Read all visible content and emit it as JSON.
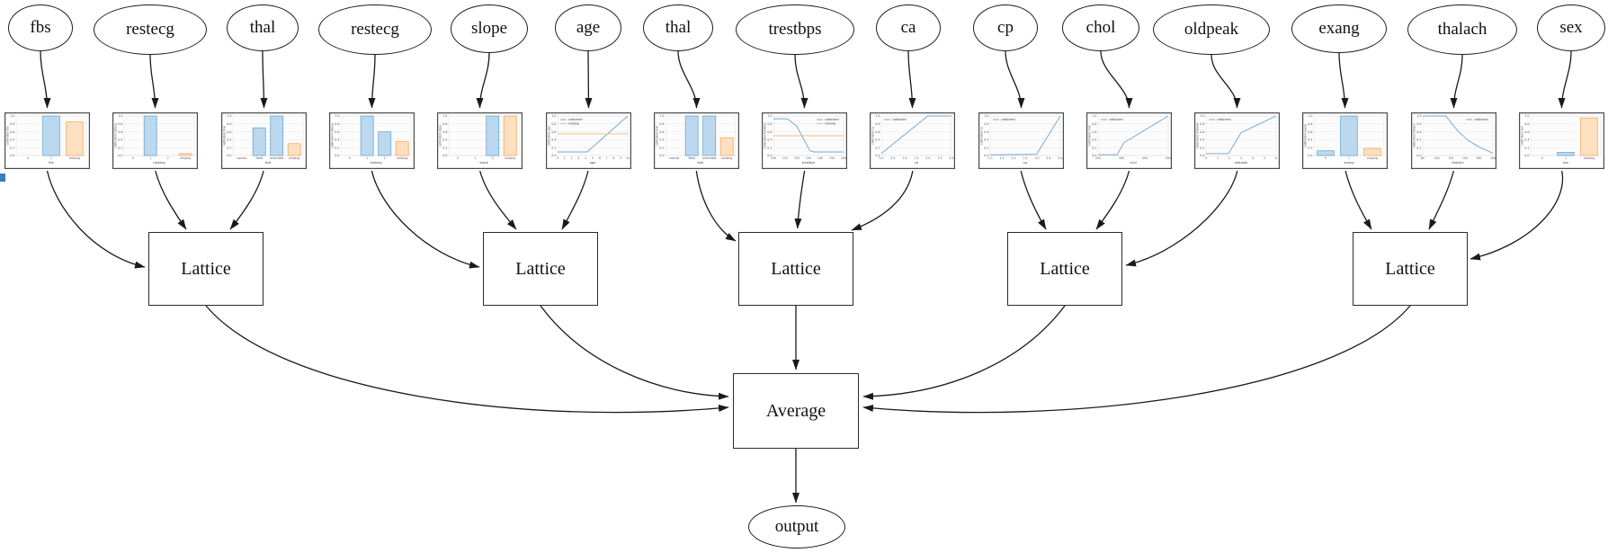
{
  "diagram": {
    "features": [
      {
        "label": "fbs"
      },
      {
        "label": "restecg"
      },
      {
        "label": "thal"
      },
      {
        "label": "restecg"
      },
      {
        "label": "slope"
      },
      {
        "label": "age"
      },
      {
        "label": "thal"
      },
      {
        "label": "trestbps"
      },
      {
        "label": "ca"
      },
      {
        "label": "cp"
      },
      {
        "label": "chol"
      },
      {
        "label": "oldpeak"
      },
      {
        "label": "exang"
      },
      {
        "label": "thalach"
      },
      {
        "label": "sex"
      }
    ],
    "lattices": [
      {
        "label": "Lattice"
      },
      {
        "label": "Lattice"
      },
      {
        "label": "Lattice"
      },
      {
        "label": "Lattice"
      },
      {
        "label": "Lattice"
      }
    ],
    "average_label": "Average",
    "output_label": "output",
    "colors": {
      "edge": "#1a1a1a",
      "node_border": "#1d1d1d",
      "calibrated_fill": "#bcd8ee",
      "calibrated_stroke": "#6aa7d4",
      "missing_fill": "#fde0c0",
      "missing_stroke": "#f2a964",
      "line_blue": "#70a8d8",
      "line_orange": "#f7b87e",
      "grid": "#e4e4e4",
      "chart_border": "#4a4a4a",
      "tick_text": "#555555"
    }
  },
  "chart_data": [
    {
      "type": "bar",
      "xlabel": "fbs",
      "ylabel": "calibrated fbs",
      "categories": [
        "0",
        "1",
        "missing"
      ],
      "values": [
        0,
        1.0,
        0.85
      ],
      "missing_index": 2,
      "ylim": [
        0,
        1
      ],
      "yticks": [
        "0.0",
        "0.2",
        "0.4",
        "0.6",
        "0.8",
        "1.0"
      ]
    },
    {
      "type": "bar",
      "xlabel": "restecg",
      "ylabel": "calibrated restecg",
      "categories": [
        "0",
        "1",
        "2",
        "missing"
      ],
      "values": [
        0,
        1.0,
        0,
        0.05
      ],
      "missing_index": 3,
      "ylim": [
        0,
        1
      ],
      "yticks": [
        "0.0",
        "0.2",
        "0.4",
        "0.6",
        "0.8",
        "1.0"
      ]
    },
    {
      "type": "bar",
      "xlabel": "thal",
      "ylabel": "calibrated thal",
      "categories": [
        "normal",
        "fixed",
        "reversible",
        "missing"
      ],
      "values": [
        0,
        0.7,
        1.0,
        0.3
      ],
      "missing_index": 3,
      "ylim": [
        0,
        1
      ],
      "yticks": [
        "0.0",
        "0.2",
        "0.4",
        "0.6",
        "0.8",
        "1.0"
      ]
    },
    {
      "type": "bar",
      "xlabel": "restecg",
      "ylabel": "calibrated restecg",
      "categories": [
        "0",
        "1",
        "2",
        "missing"
      ],
      "values": [
        0,
        1.0,
        0.6,
        0.35
      ],
      "missing_index": 3,
      "ylim": [
        0,
        1
      ],
      "yticks": [
        "0.0",
        "0.2",
        "0.4",
        "0.6",
        "0.8",
        "1.0"
      ]
    },
    {
      "type": "bar",
      "xlabel": "slope",
      "ylabel": "calibrated slope",
      "categories": [
        "0",
        "1",
        "2",
        "missing"
      ],
      "values": [
        0,
        0,
        1.0,
        1.0
      ],
      "missing_index": 3,
      "ylim": [
        0,
        1
      ],
      "yticks": [
        "0.0",
        "0.2",
        "0.4",
        "0.6",
        "0.8",
        "1.0"
      ]
    },
    {
      "type": "line",
      "xlabel": "age",
      "ylabel": "calibrated age",
      "xticks": [
        "0",
        "1",
        "2",
        "3",
        "4",
        "5",
        "6",
        "7",
        "8",
        "9",
        "10"
      ],
      "ylim": [
        0,
        1
      ],
      "yticks": [
        "0.0",
        "0.2",
        "0.4",
        "0.6",
        "0.8",
        "1.0"
      ],
      "legend_position": "top-left",
      "series": [
        {
          "name": "calibrated",
          "color": "blue",
          "points": [
            [
              0,
              0.09
            ],
            [
              0.42,
              0.09
            ],
            [
              1,
              1.0
            ]
          ]
        },
        {
          "name": "missing",
          "color": "orange",
          "points": [
            [
              0,
              0.55
            ],
            [
              1,
              0.55
            ]
          ]
        }
      ]
    },
    {
      "type": "bar",
      "xlabel": "thal",
      "ylabel": "calibrated thal",
      "categories": [
        "normal",
        "fixed",
        "reversible",
        "missing"
      ],
      "values": [
        0,
        1.0,
        1.0,
        0.45
      ],
      "missing_index": 3,
      "ylim": [
        0,
        1
      ],
      "yticks": [
        "0.0",
        "0.2",
        "0.4",
        "0.6",
        "0.8",
        "1.0"
      ]
    },
    {
      "type": "line",
      "xlabel": "trestbps",
      "ylabel": "calibrated trestbps",
      "xticks": [
        "100",
        "110",
        "120",
        "130",
        "140",
        "150",
        "160"
      ],
      "ylim": [
        0,
        1
      ],
      "yticks": [
        "0.0",
        "0.2",
        "0.4",
        "0.6",
        "0.8",
        "1.0"
      ],
      "legend_position": "top-right",
      "series": [
        {
          "name": "calibrated",
          "color": "blue",
          "points": [
            [
              0,
              0.93
            ],
            [
              0.2,
              0.93
            ],
            [
              0.33,
              0.75
            ],
            [
              0.52,
              0.12
            ],
            [
              0.58,
              0.09
            ],
            [
              1,
              0.09
            ]
          ]
        },
        {
          "name": "missing",
          "color": "orange",
          "points": [
            [
              0,
              0.5
            ],
            [
              1,
              0.5
            ]
          ]
        }
      ]
    },
    {
      "type": "line",
      "xlabel": "ca",
      "ylabel": "calibrated ca",
      "xticks": [
        "0.0",
        "0.5",
        "1.0",
        "1.5",
        "2.0",
        "2.5",
        "3.0"
      ],
      "ylim": [
        0,
        1
      ],
      "yticks": [
        "0.0",
        "0.2",
        "0.4",
        "0.6",
        "0.8",
        "1.0"
      ],
      "legend_position": "top-left",
      "series": [
        {
          "name": "calibrated",
          "color": "blue",
          "points": [
            [
              0,
              0.05
            ],
            [
              0.66,
              1.0
            ],
            [
              1,
              1.0
            ]
          ]
        }
      ]
    },
    {
      "type": "line",
      "xlabel": "cp",
      "ylabel": "calibrated cp",
      "xticks": [
        "1.0",
        "1.5",
        "2.0",
        "2.5",
        "3.0",
        "3.5",
        "4.0"
      ],
      "ylim": [
        0,
        1
      ],
      "yticks": [
        "0.0",
        "0.2",
        "0.4",
        "0.6",
        "0.8",
        "1.0"
      ],
      "legend_position": "top-left",
      "series": [
        {
          "name": "calibrated",
          "color": "blue",
          "points": [
            [
              0,
              0.02
            ],
            [
              0.66,
              0.03
            ],
            [
              1,
              1.0
            ]
          ]
        }
      ]
    },
    {
      "type": "line",
      "xlabel": "chol",
      "ylabel": "calibrated chol",
      "xticks": [
        "200",
        "300",
        "400",
        "500"
      ],
      "ylim": [
        0,
        1
      ],
      "yticks": [
        "0.0",
        "0.2",
        "0.4",
        "0.6",
        "0.8",
        "1.0"
      ],
      "legend_position": "top-left",
      "series": [
        {
          "name": "calibrated",
          "color": "blue",
          "points": [
            [
              0,
              0.02
            ],
            [
              0.27,
              0.02
            ],
            [
              0.37,
              0.33
            ],
            [
              1,
              1.0
            ]
          ]
        }
      ]
    },
    {
      "type": "line",
      "xlabel": "oldpeak",
      "ylabel": "calibrated oldpeak",
      "xticks": [
        "0",
        "1",
        "2",
        "3",
        "4",
        "5",
        "6"
      ],
      "ylim": [
        0,
        1
      ],
      "yticks": [
        "0.0",
        "0.2",
        "0.4",
        "0.6",
        "0.8",
        "1.0"
      ],
      "legend_position": "top-left",
      "series": [
        {
          "name": "calibrated",
          "color": "blue",
          "points": [
            [
              0,
              0.05
            ],
            [
              0.32,
              0.05
            ],
            [
              0.5,
              0.58
            ],
            [
              1,
              1.0
            ]
          ]
        }
      ]
    },
    {
      "type": "bar",
      "xlabel": "exang",
      "ylabel": "calibrated exang",
      "categories": [
        "0",
        "1",
        "missing"
      ],
      "values": [
        0.12,
        1.0,
        0.18
      ],
      "missing_index": 2,
      "ylim": [
        0,
        1
      ],
      "yticks": [
        "0.0",
        "0.2",
        "0.4",
        "0.6",
        "0.8",
        "1.0"
      ]
    },
    {
      "type": "line",
      "xlabel": "thalach",
      "ylabel": "calibrated thalach",
      "xticks": [
        "80",
        "100",
        "120",
        "140",
        "160",
        "180"
      ],
      "ylim": [
        0,
        1
      ],
      "yticks": [
        "0.0",
        "0.2",
        "0.4",
        "0.6",
        "0.8",
        "1.0"
      ],
      "legend_position": "top-right",
      "series": [
        {
          "name": "calibrated",
          "color": "blue",
          "points": [
            [
              0,
              1.0
            ],
            [
              0.33,
              1.0
            ],
            [
              0.5,
              0.62
            ],
            [
              0.65,
              0.38
            ],
            [
              0.8,
              0.22
            ],
            [
              1,
              0.06
            ]
          ]
        }
      ]
    },
    {
      "type": "bar",
      "xlabel": "sex",
      "ylabel": "calibrated sex",
      "categories": [
        "0",
        "1",
        "missing"
      ],
      "values": [
        0,
        0.08,
        0.95
      ],
      "missing_index": 2,
      "ylim": [
        0,
        1
      ],
      "yticks": [
        "0.0",
        "0.2",
        "0.4",
        "0.6",
        "0.8",
        "1.0"
      ]
    }
  ]
}
